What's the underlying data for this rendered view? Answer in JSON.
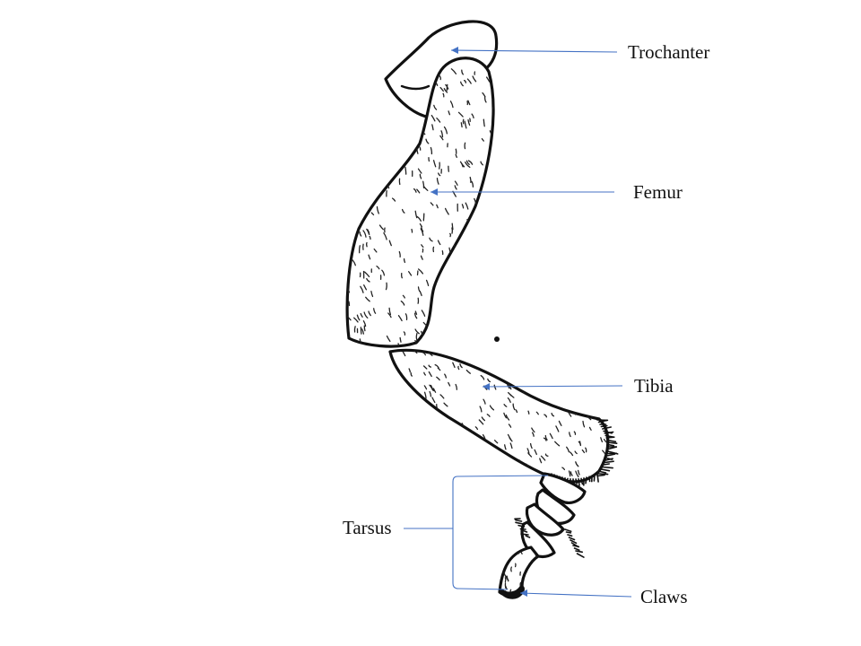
{
  "labels": {
    "trochanter": "Trochanter",
    "femur": "Femur",
    "tibia": "Tibia",
    "tarsus": "Tarsus",
    "claws": "Claws"
  },
  "colors": {
    "outline": "#111111",
    "leader": "#4472c4",
    "arrowhead": "#4472c4",
    "background": "#ffffff"
  }
}
